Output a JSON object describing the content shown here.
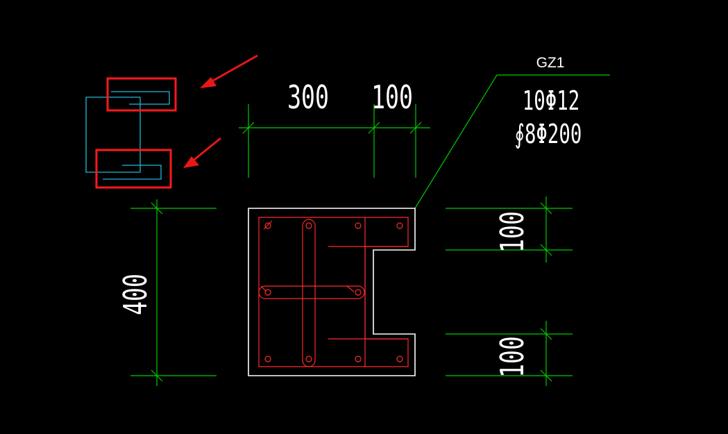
{
  "drawing": {
    "colors": {
      "background": "#000000",
      "dimension": "#00cc00",
      "outline": "#ffffff",
      "rebar": "#ff2a2a",
      "highlight": "#ff1a1a",
      "detail_stirrup": "#22b8d8"
    },
    "column_label": "GZ1",
    "longitudinal_rebar": "10Φ12",
    "stirrups": "∮8Φ200",
    "dimensions": {
      "top_300": "300",
      "top_100": "100",
      "left_400": "400",
      "right_upper_100": "100",
      "right_lower_100": "100"
    },
    "annotations": {
      "arrow_count": 2,
      "highlight_box_count": 2
    }
  }
}
